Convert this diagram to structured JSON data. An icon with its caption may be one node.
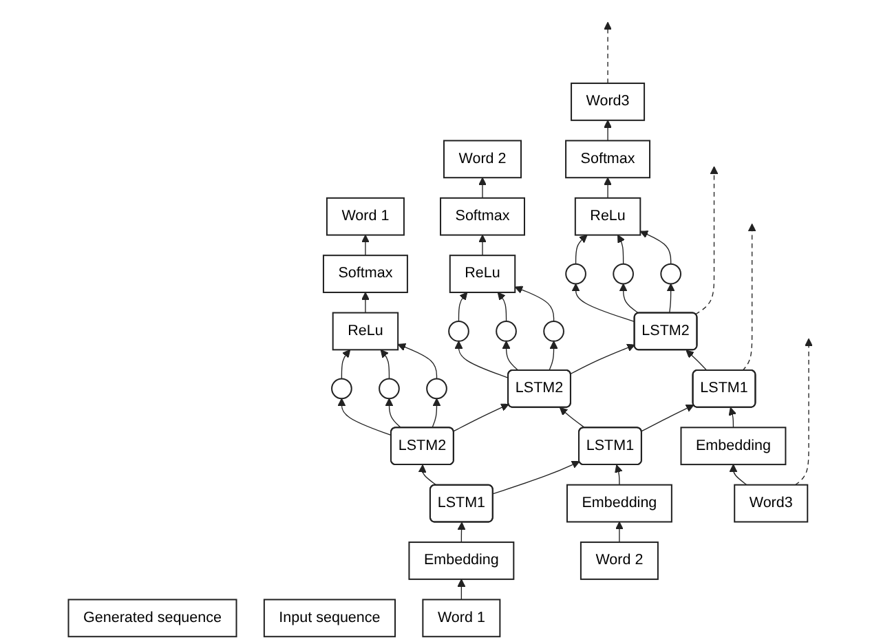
{
  "diagram": {
    "nodes": [
      {
        "text": [
          "Generated sequence"
        ]
      },
      {
        "text": [
          "Word 1"
        ]
      },
      {
        "text": [
          "Word 2"
        ]
      },
      {
        "text": [
          "Word3"
        ]
      },
      {
        "text": [
          "Softmax"
        ]
      },
      {
        "text": [
          "Softmax"
        ]
      },
      {
        "text": [
          "Softmax"
        ]
      },
      {
        "text": [
          "ReLu"
        ]
      },
      {
        "text": [
          "ReLu"
        ]
      },
      {
        "text": [
          "ReLu"
        ]
      },
      {
        "text": [],
        "shape": "circle"
      },
      {
        "text": [],
        "shape": "circle"
      },
      {
        "text": [],
        "shape": "circle"
      },
      {
        "text": [],
        "shape": "circle"
      },
      {
        "text": [],
        "shape": "circle"
      },
      {
        "text": [],
        "shape": "circle"
      },
      {
        "text": [],
        "shape": "circle"
      },
      {
        "text": [],
        "shape": "circle"
      },
      {
        "text": [],
        "shape": "circle"
      },
      {
        "text": [
          "LSTM2"
        ]
      },
      {
        "text": [
          "LSTM2"
        ]
      },
      {
        "text": [
          "LSTM2"
        ]
      },
      {
        "text": [
          "LSTM1"
        ]
      },
      {
        "text": [
          "LSTM1"
        ]
      },
      {
        "text": [
          "LSTM1"
        ]
      },
      {
        "text": [
          "Embedding"
        ]
      },
      {
        "text": [
          "Embedding"
        ]
      },
      {
        "text": [
          "Embedding"
        ]
      },
      {
        "text": [
          "Input sequence"
        ]
      },
      {
        "text": [
          "Word 1"
        ]
      },
      {
        "text": [
          "Word 2"
        ]
      },
      {
        "text": [
          "Word3"
        ]
      }
    ],
    "edges": [
      {
        "from": 29,
        "to": 25,
        "arrow": "to"
      },
      {
        "from": 25,
        "to": 22,
        "arrow": "to"
      },
      {
        "from": 22,
        "to": 19,
        "arrow": "to"
      },
      {
        "from": 19,
        "to": 10,
        "arrow": "to"
      },
      {
        "from": 19,
        "to": 11,
        "arrow": "to"
      },
      {
        "from": 19,
        "to": 12,
        "arrow": "to"
      },
      {
        "from": 10,
        "to": 7,
        "arrow": "to"
      },
      {
        "from": 11,
        "to": 7,
        "arrow": "to"
      },
      {
        "from": 12,
        "to": 7,
        "arrow": "to"
      },
      {
        "from": 7,
        "to": 4,
        "arrow": "to"
      },
      {
        "from": 4,
        "to": 1,
        "arrow": "to"
      },
      {
        "from": 30,
        "to": 26,
        "arrow": "to"
      },
      {
        "from": 26,
        "to": 23,
        "arrow": "to"
      },
      {
        "from": 23,
        "to": 20,
        "arrow": "to"
      },
      {
        "from": 20,
        "to": 13,
        "arrow": "to"
      },
      {
        "from": 20,
        "to": 14,
        "arrow": "to"
      },
      {
        "from": 20,
        "to": 15,
        "arrow": "to"
      },
      {
        "from": 13,
        "to": 8,
        "arrow": "to"
      },
      {
        "from": 14,
        "to": 8,
        "arrow": "to"
      },
      {
        "from": 15,
        "to": 8,
        "arrow": "to"
      },
      {
        "from": 8,
        "to": 5,
        "arrow": "to"
      },
      {
        "from": 5,
        "to": 2,
        "arrow": "to"
      },
      {
        "from": 31,
        "to": 27,
        "arrow": "to"
      },
      {
        "from": 27,
        "to": 24,
        "arrow": "to"
      },
      {
        "from": 24,
        "to": 21,
        "arrow": "to"
      },
      {
        "from": 21,
        "to": 16,
        "arrow": "to"
      },
      {
        "from": 21,
        "to": 17,
        "arrow": "to"
      },
      {
        "from": 21,
        "to": 18,
        "arrow": "to"
      },
      {
        "from": 16,
        "to": 9,
        "arrow": "to"
      },
      {
        "from": 17,
        "to": 9,
        "arrow": "to"
      },
      {
        "from": 18,
        "to": 9,
        "arrow": "to"
      },
      {
        "from": 9,
        "to": 6,
        "arrow": "to"
      },
      {
        "from": 6,
        "to": 3,
        "arrow": "to"
      },
      {
        "from": 22,
        "to": 23,
        "arrow": "to"
      },
      {
        "from": 23,
        "to": 24,
        "arrow": "to"
      },
      {
        "from": 19,
        "to": 20,
        "arrow": "to"
      },
      {
        "from": 20,
        "to": 21,
        "arrow": "to"
      },
      {
        "from": 3,
        "to": null,
        "arrow": "to",
        "style": "dashed"
      },
      {
        "from": 21,
        "to": null,
        "arrow": "to",
        "style": "dashed"
      },
      {
        "from": 24,
        "to": null,
        "arrow": "to",
        "style": "dashed"
      },
      {
        "from": 31,
        "to": null,
        "arrow": "to",
        "style": "dashed"
      }
    ]
  }
}
